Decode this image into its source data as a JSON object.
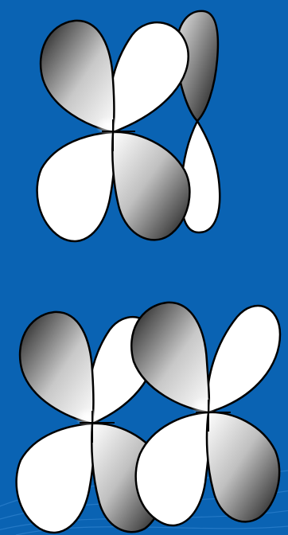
{
  "canvas": {
    "background": "#0a63b3",
    "swirl_color": "#3b8bd6"
  },
  "orbital_colors": {
    "outline": "#000000",
    "white_lobe": "#ffffff",
    "shaded_light": "#ffffff",
    "shaded_mid": "#8a8a8a",
    "shaded_dark": "#111111"
  },
  "diagrams": [
    {
      "name": "orbital-pair-top",
      "orbitals": [
        "d-orbital",
        "p-orbital"
      ]
    },
    {
      "name": "orbital-pair-bottom",
      "orbitals": [
        "d-orbital",
        "d-orbital"
      ]
    }
  ]
}
